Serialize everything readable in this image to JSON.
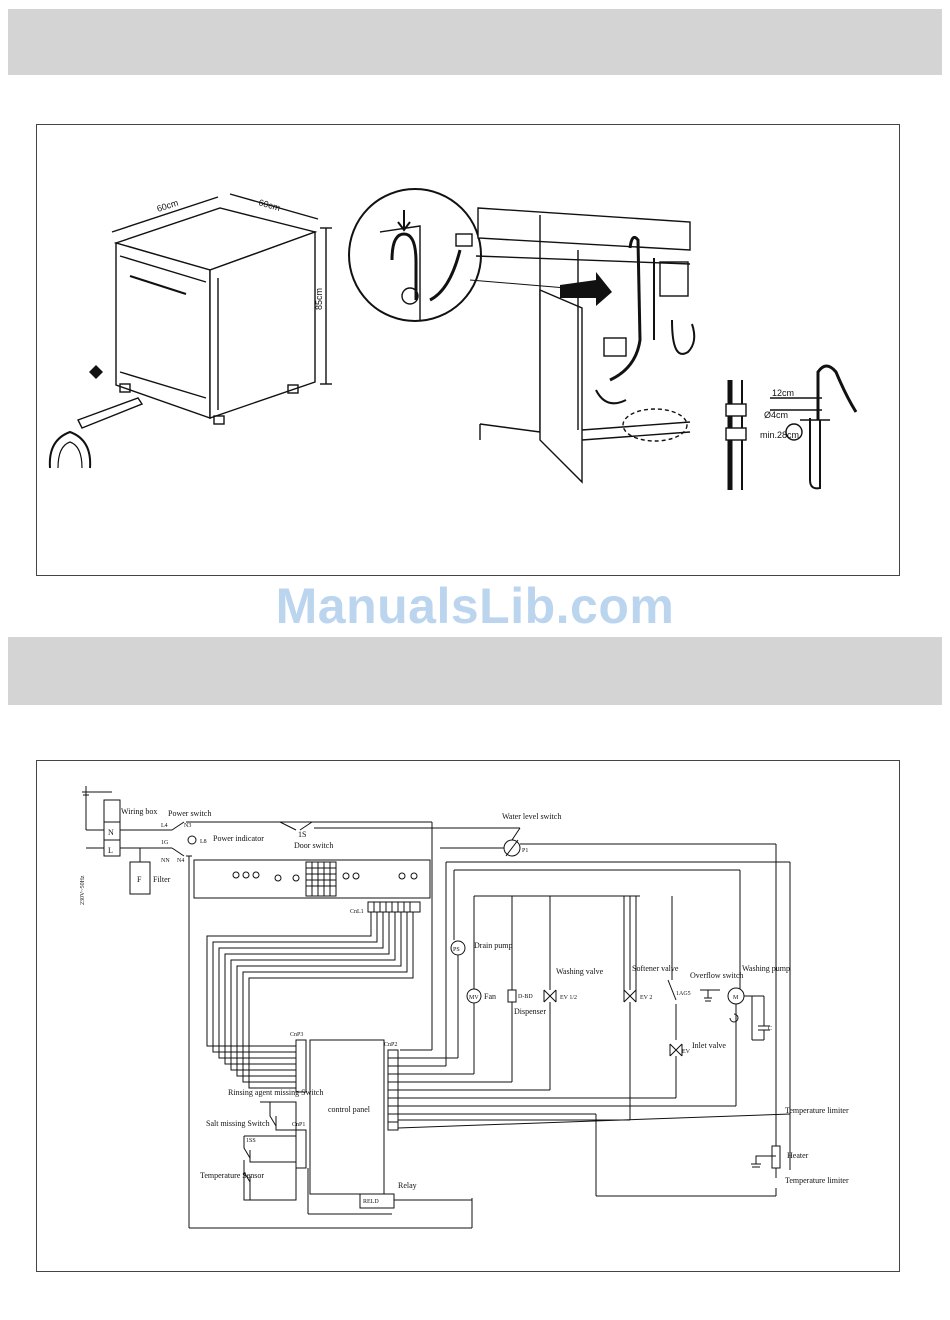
{
  "watermark": "ManualsLib.com",
  "installation": {
    "width_label": "60cm",
    "depth_label": "60cm",
    "height_label": "85cm",
    "hose_height_top": "12cm",
    "hose_diameter": "Ø4cm",
    "hose_min_height": "min.28cm"
  },
  "wiring": {
    "wiring_box": "Wiring box",
    "terminal_n": "N",
    "terminal_l": "L",
    "voltage": "230V~50Hz",
    "filter_mark": "F",
    "filter": "Filter",
    "power_switch": "Power switch",
    "power_indicator": "Power indicator",
    "switch_1g": "1G",
    "door_switch_code": "1S",
    "door_switch": "Door switch",
    "water_level_switch": "Water level switch",
    "p1": "P1",
    "drain_pump_mark": "PS",
    "drain_pump": "Drain pump",
    "fan_mark": "MV",
    "fan": "Fan",
    "dispenser_mark": "D-BD",
    "dispenser": "Dispenser",
    "washing_valve": "Washing valve",
    "ev_half": "EV 1/2",
    "softener_valve": "Softener valve",
    "ev2": "EV 2",
    "overflow_switch": "Overflow switch",
    "washing_pump": "Washing pump",
    "inlet_valve": "Inlet valve",
    "ev": "EV",
    "capacitor": "C",
    "rinsing_agent": "Rinsing agent missing Switch",
    "salt_missing": "Salt missing Switch",
    "control_panel": "control panel",
    "temperature_sensor": "Temperature Sensor",
    "relay": "Relay",
    "relay_mark": "RELD",
    "temp_limiter_top": "Temperature limiter",
    "heater": "Heater",
    "temp_limiter_bottom": "Temperature limiter",
    "cn_l1": "CnL1",
    "cn_p3": "CnP3",
    "cn_p2": "CnP2",
    "cn_p1": "CnP1",
    "sw_1ss": "1SS",
    "sw_1ag5": "1AG5",
    "mark_m": "M",
    "term_l4": "L4",
    "term_n3": "N3",
    "term_l8": "L8",
    "term_n4": "N4",
    "term_nn": "NN"
  }
}
